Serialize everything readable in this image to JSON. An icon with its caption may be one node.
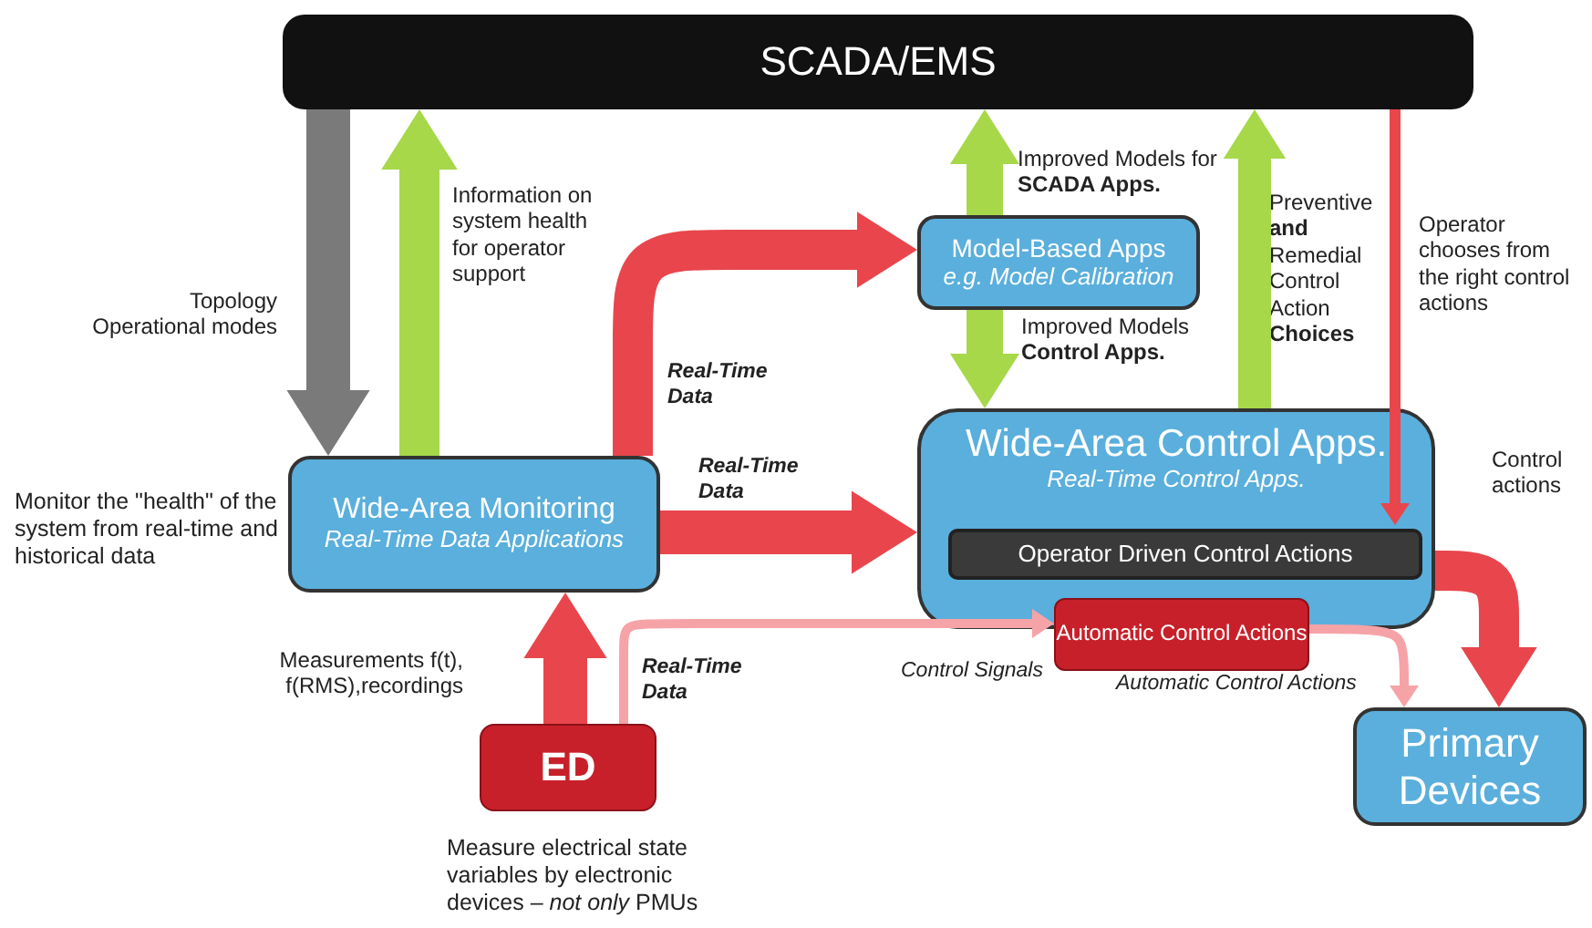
{
  "diagram": {
    "nodes": [
      {
        "text": [
          "SCADA/EMS"
        ]
      },
      {
        "text": [
          "Wide-Area Monitoring",
          "Real-Time Data Applications"
        ],
        "beside": [
          "Monitor the \"health\" of the system from real-time and historical data"
        ]
      },
      {
        "text": [
          "Model-Based Apps",
          "e.g. Model Calibration"
        ]
      },
      {
        "text": [
          "Wide-Area Control Apps.",
          "Real-Time Control Apps."
        ]
      },
      {
        "text": [
          "Operator Driven Control Actions"
        ],
        "in": 3
      },
      {
        "text": [
          "Automatic Control Actions"
        ]
      },
      {
        "text": [
          "ED"
        ],
        "beside": [
          "Measure electrical state variables by electronic devices – *not only* PMUs"
        ]
      },
      {
        "text": [
          "Primary Devices"
        ]
      }
    ],
    "edges": [
      {
        "from": 0,
        "to": 1,
        "arrow": "to",
        "label": "Topology Operational modes",
        "color": "#7a7a7a"
      },
      {
        "from": 1,
        "to": 0,
        "arrow": "to",
        "label": "Information on system health for operator support",
        "color": "#a6d84a"
      },
      {
        "from": 1,
        "to": 2,
        "arrow": "to",
        "label": "Real-Time Data"
      },
      {
        "from": 2,
        "to": 0,
        "arrow": "to",
        "label": "Improved Models for **SCADA Apps.**",
        "color": "#a6d84a"
      },
      {
        "from": 2,
        "to": 3,
        "arrow": "to",
        "label": "Improved Models **Control Apps.**",
        "color": "#a6d84a"
      },
      {
        "from": 3,
        "to": 0,
        "arrow": "to",
        "label": "Preventive **and** Remedial Control Action **Choices**",
        "color": "#a6d84a"
      },
      {
        "from": 0,
        "to": 4,
        "arrow": "to",
        "label": "Operator chooses from the right control actions"
      },
      {
        "from": 1,
        "to": 3,
        "arrow": "to",
        "label": "Real-Time Data"
      },
      {
        "from": 3,
        "to": 7,
        "arrow": "to",
        "label": "Control actions"
      },
      {
        "from": 6,
        "to": 1,
        "arrow": "to",
        "label": "Measurements f(t), f(RMS),recordings"
      },
      {
        "from": 6,
        "to": 5,
        "arrow": "to",
        "label": "Real-Time Data",
        "color": "#f6a3a8"
      },
      {
        "from": 5,
        "to": 7,
        "arrow": "to",
        "label": "Automatic Control Actions",
        "color": "#f6a3a8"
      }
    ],
    "labels": [
      "Control Signals"
    ]
  }
}
